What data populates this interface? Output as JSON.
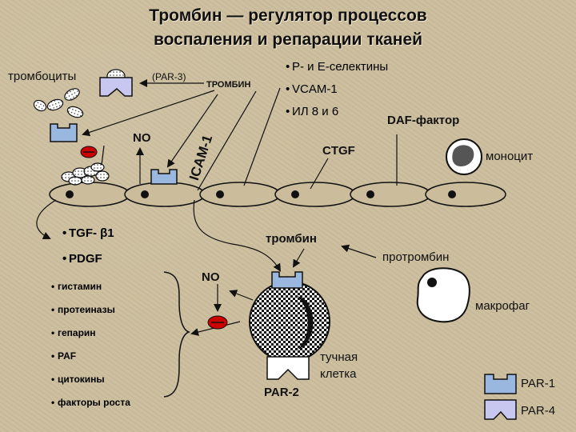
{
  "title_line1": "Тромбин — регулятор процессов",
  "title_line2": "воспаления и репарации тканей",
  "labels": {
    "platelets": "тромбоциты",
    "par3": "(PAR-3)",
    "thrombin_top": "ТРОМБИН",
    "no_top": "NO",
    "icam": "ICAM-1",
    "ctgf": "CTGF",
    "daf": "DAF-фактор",
    "monocyte": "моноцит",
    "thrombin_mid": "тромбин",
    "prothrombin": "протромбин",
    "no_bottom": "NO",
    "macrophage": "макрофаг",
    "mast_cell_1": "тучная",
    "mast_cell_2": "клетка",
    "par2": "PAR-2",
    "par1_legend": "PAR-1",
    "par4_legend": "PAR-4"
  },
  "endothelial_factors": [
    "Р- и Е-селектины",
    "VCAM-1",
    "ИЛ 8 и 6"
  ],
  "growth_factors": [
    "TGF- β1",
    "PDGF"
  ],
  "mast_cell_mediators": [
    "гистамин",
    "протеиназы",
    "гепарин",
    "PAF",
    "цитокины",
    "факторы роста"
  ],
  "colors": {
    "background": "#cbbd9c",
    "receptor_par1": "#9ab7e0",
    "receptor_par4": "#c7c7f0",
    "no_marker": "#cc0000",
    "monocyte_nucleus": "#555555"
  }
}
